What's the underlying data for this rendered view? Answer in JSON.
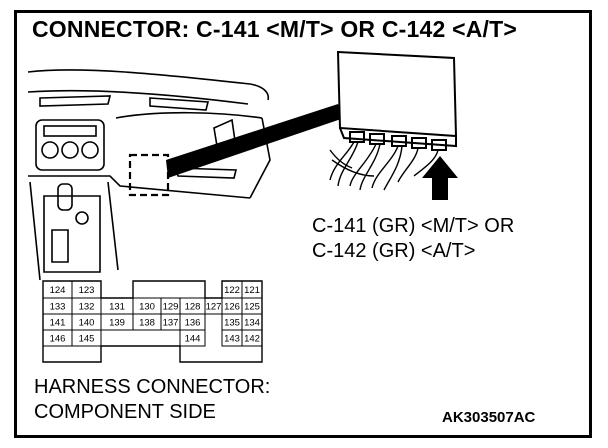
{
  "title": "CONNECTOR: C-141 <M/T> OR C-142 <A/T>",
  "connector_label": {
    "line1": "C-141 (GR) <M/T> OR",
    "line2": "C-142 (GR) <A/T>"
  },
  "harness_label": {
    "line1": "HARNESS CONNECTOR:",
    "line2": "COMPONENT SIDE"
  },
  "figure_code": "AK303507AC",
  "pins": {
    "row1": [
      "124",
      "123",
      "122",
      "121"
    ],
    "row2": [
      "133",
      "132",
      "131",
      "130",
      "129",
      "128",
      "127",
      "126",
      "125"
    ],
    "row3": [
      "141",
      "140",
      "139",
      "138",
      "137",
      "136",
      "135",
      "134"
    ],
    "row4": [
      "146",
      "145",
      "144",
      "143",
      "142"
    ]
  }
}
